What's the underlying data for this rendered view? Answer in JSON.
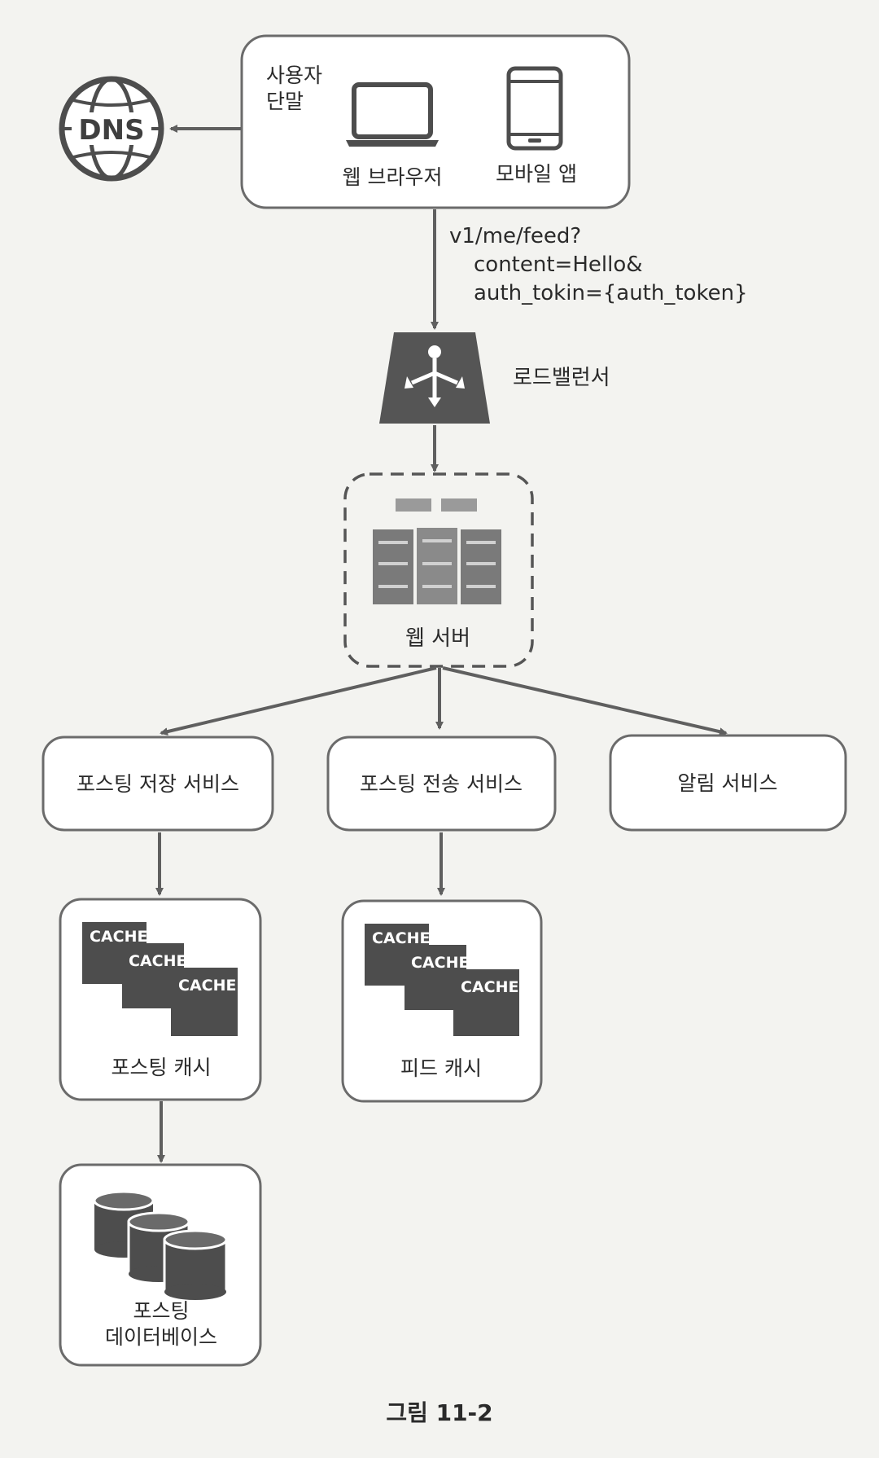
{
  "client": {
    "label_line1": "사용자",
    "label_line2": "단말",
    "web_browser": "웹 브라우저",
    "mobile_app": "모바일 앱"
  },
  "dns": {
    "label": "DNS"
  },
  "request": {
    "line1": "v1/me/feed?",
    "line2": "content=Hello&",
    "line3": "auth_tokin={auth_token}"
  },
  "load_balancer": {
    "label": "로드밸런서"
  },
  "web_server": {
    "label": "웹 서버"
  },
  "services": {
    "post_storage": "포스팅 저장 서비스",
    "post_fanout": "포스팅 전송 서비스",
    "notification": "알림 서비스"
  },
  "caches": {
    "cache_word": "CACHE",
    "post_cache": "포스팅 캐시",
    "feed_cache": "피드 캐시"
  },
  "database": {
    "label_line1": "포스팅",
    "label_line2": "데이터베이스"
  },
  "caption": "그림 11-2",
  "colors": {
    "icon_dark": "#4d4d4d",
    "icon_mid": "#7a7a7a",
    "icon_light": "#b9b9b9",
    "border": "#6b6b6b",
    "background": "#f3f3f0"
  }
}
